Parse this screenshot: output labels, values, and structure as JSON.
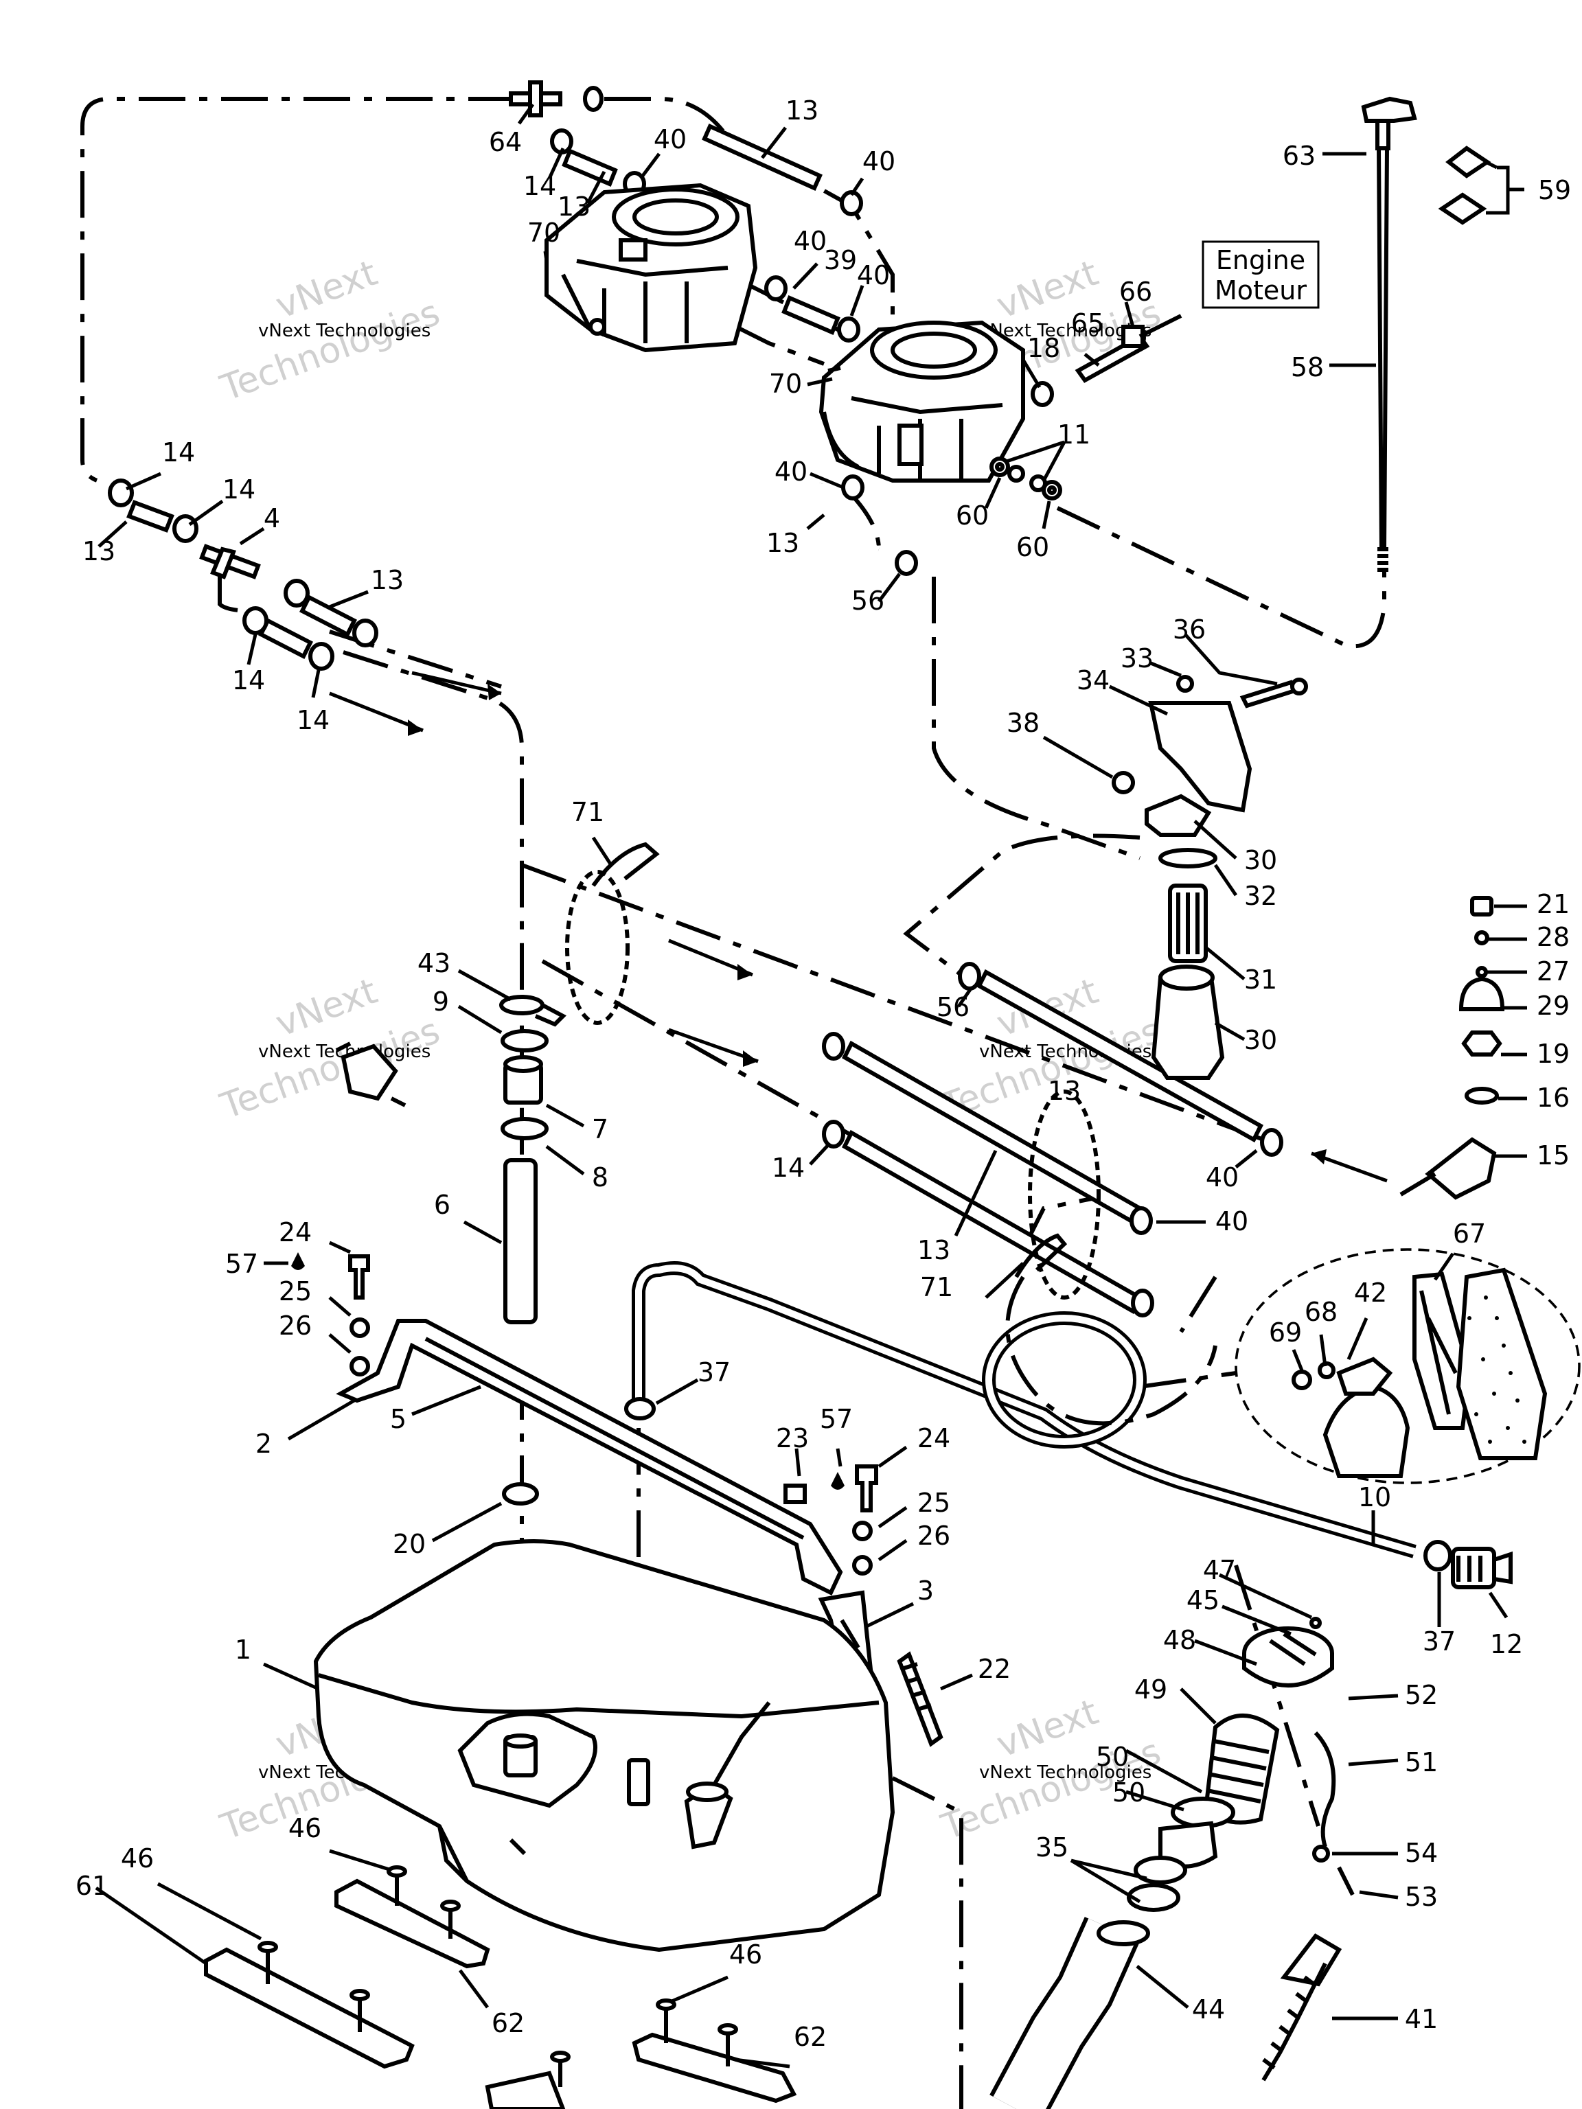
{
  "callouts": {
    "c1": "1",
    "c2": "2",
    "c3": "3",
    "c4": "4",
    "c5": "5",
    "c6": "6",
    "c7": "7",
    "c8": "8",
    "c9": "9",
    "c10": "10",
    "c11": "11",
    "c12": "12",
    "c13": "13",
    "c14": "14",
    "c15": "15",
    "c16": "16",
    "c18": "18",
    "c19": "19",
    "c20": "20",
    "c21": "21",
    "c22": "22",
    "c23": "23",
    "c24": "24",
    "c25": "25",
    "c26": "26",
    "c27": "27",
    "c28": "28",
    "c29": "29",
    "c30": "30",
    "c31": "31",
    "c32": "32",
    "c33": "33",
    "c34": "34",
    "c35": "35",
    "c36": "36",
    "c37": "37",
    "c38": "38",
    "c39": "39",
    "c40": "40",
    "c41": "41",
    "c42": "42",
    "c43": "43",
    "c44": "44",
    "c45": "45",
    "c46": "46",
    "c47": "47",
    "c48": "48",
    "c49": "49",
    "c50": "50",
    "c51": "51",
    "c52": "52",
    "c53": "53",
    "c54": "54",
    "c56": "56",
    "c57": "57",
    "c58": "58",
    "c59": "59",
    "c60": "60",
    "c61": "61",
    "c62": "62",
    "c63": "63",
    "c64": "64",
    "c65": "65",
    "c66": "66",
    "c67": "67",
    "c68": "68",
    "c69": "69",
    "c70": "70",
    "c71": "71"
  },
  "engine_box": {
    "line1": "Engine",
    "line2": "Moteur"
  },
  "watermark": {
    "line1": "vNext",
    "line2": "vNext Technologies",
    "line3": "Technologies"
  }
}
